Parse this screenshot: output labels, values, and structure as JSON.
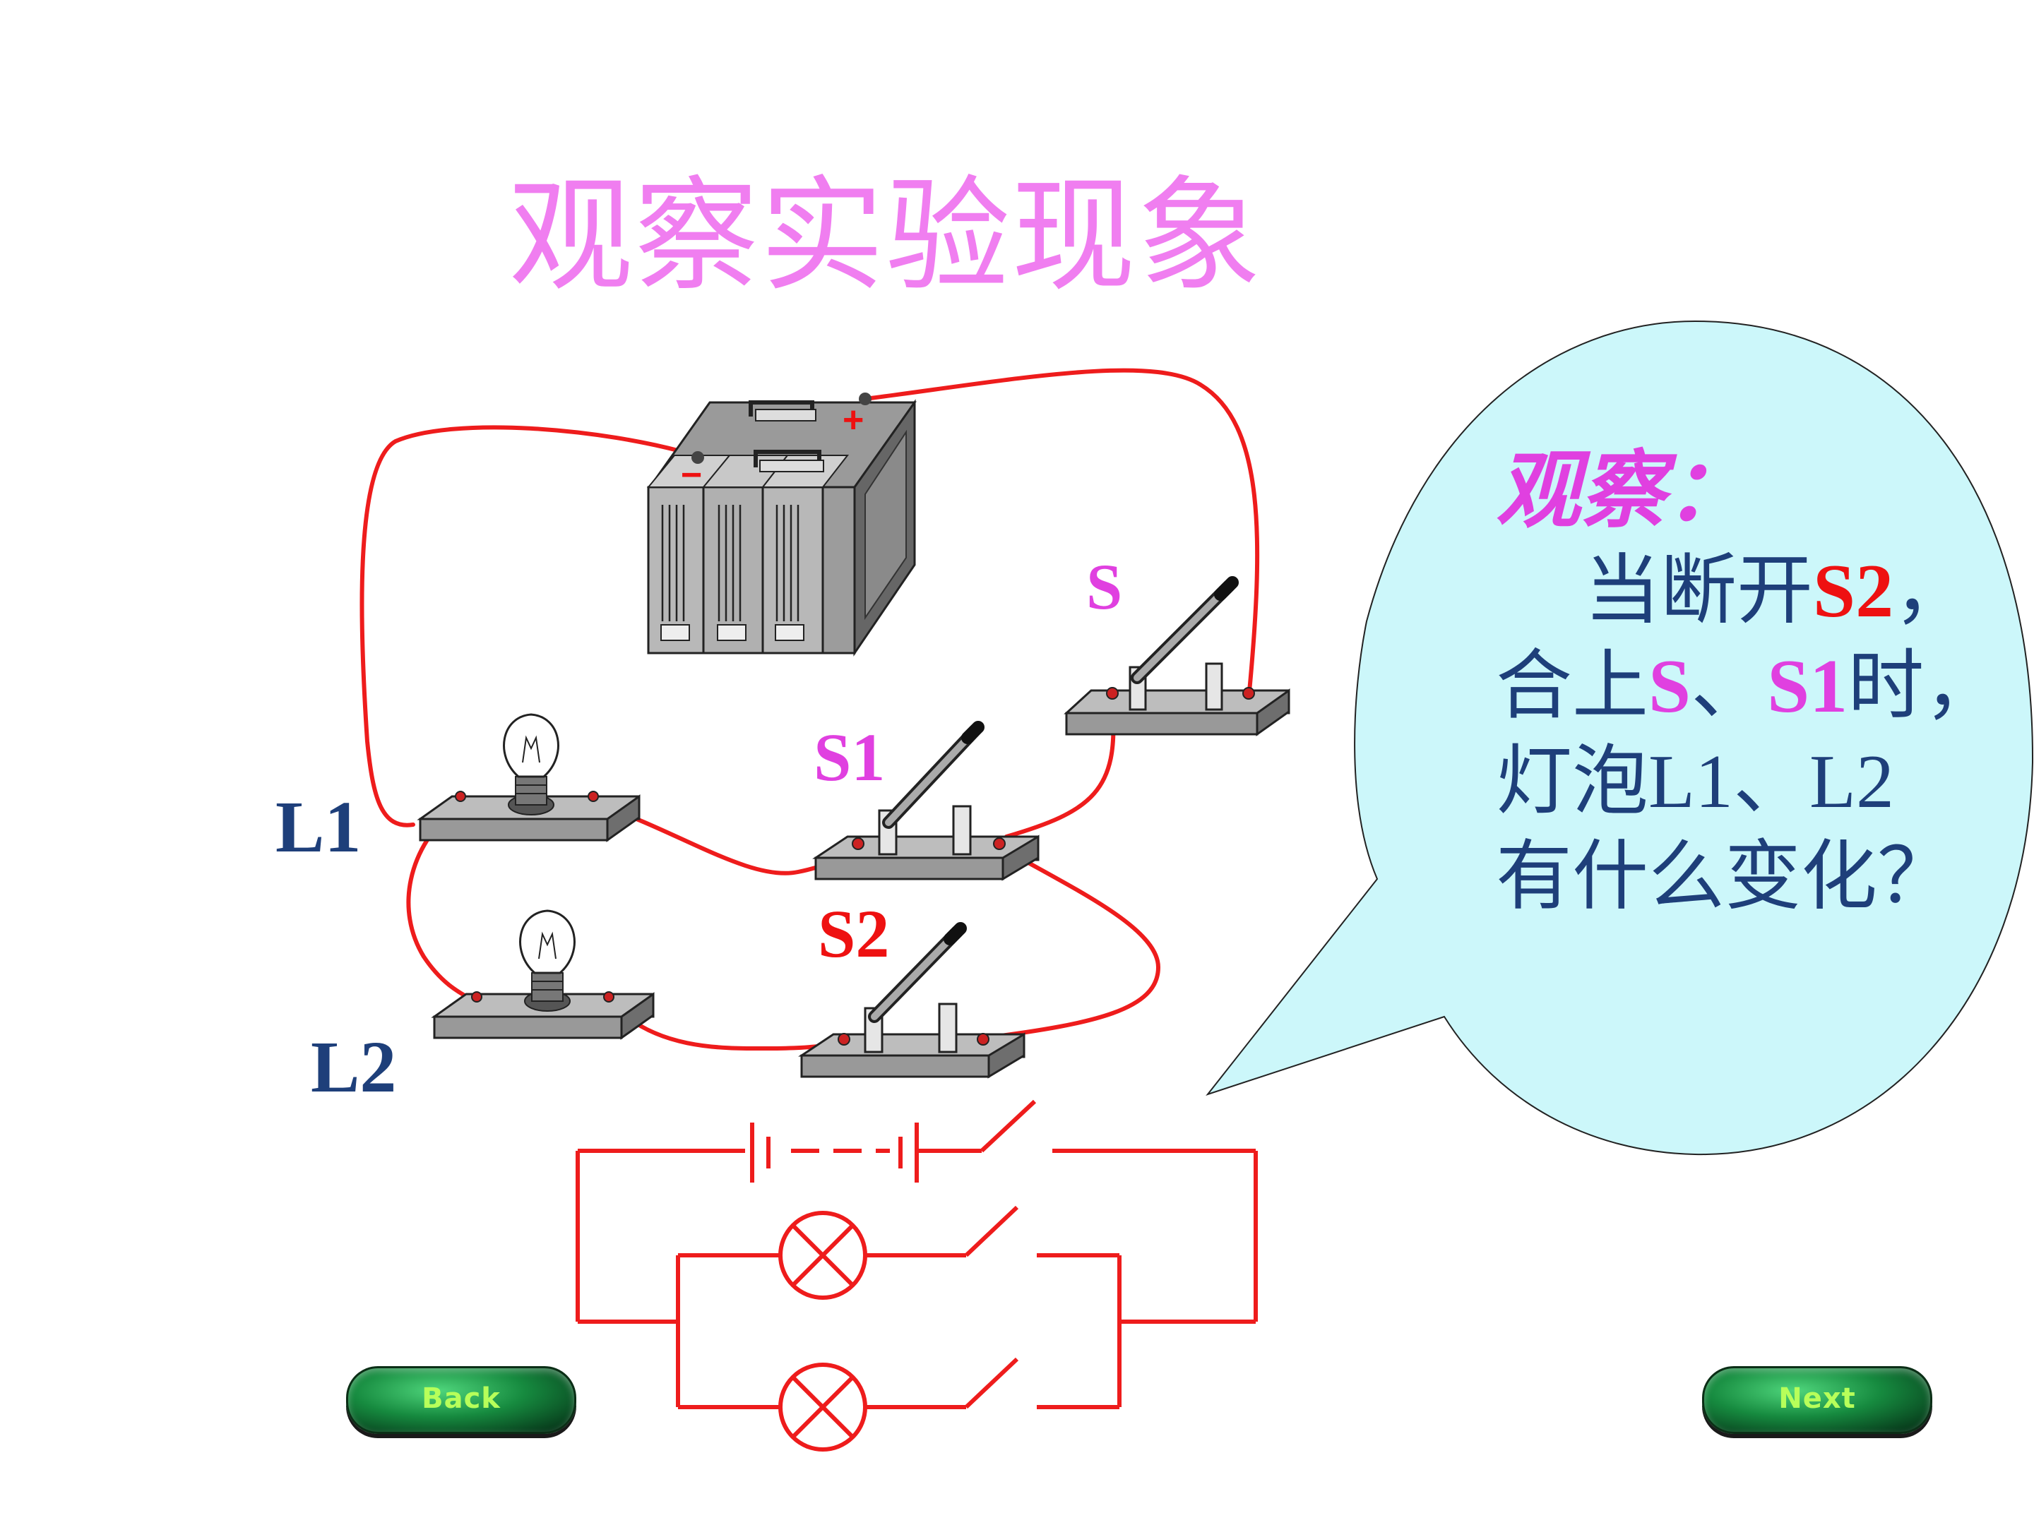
{
  "slide": {
    "title": "观察实验现象",
    "title_color": "#f07ef0"
  },
  "labels": {
    "S": "S",
    "S1": "S1",
    "S2": "S2",
    "L1": "L1",
    "L2": "L2",
    "battery_plus": "+",
    "battery_minus": "−"
  },
  "colors": {
    "wire": "#ee1c1c",
    "magenta": "#e040e0",
    "red": "#ee1111",
    "navy": "#1e3f7a",
    "bubble_fill": "#ccf7fa"
  },
  "bubble": {
    "heading": "观察：",
    "line1_a": "当断开",
    "line1_b": "S2",
    "line1_c": "，",
    "line2_a": "合上",
    "line2_b": "S",
    "line2_c": "、",
    "line2_d": "S1",
    "line2_e": "时，",
    "line3": "灯泡L1、L2",
    "line4": "有什么变化？"
  },
  "nav": {
    "back_label": "Back",
    "next_label": "Next"
  },
  "icons": {
    "battery": "battery-icon",
    "bulb": "light-bulb-icon",
    "knife_switch": "knife-switch-icon",
    "lamp_symbol": "lamp-symbol-icon"
  }
}
